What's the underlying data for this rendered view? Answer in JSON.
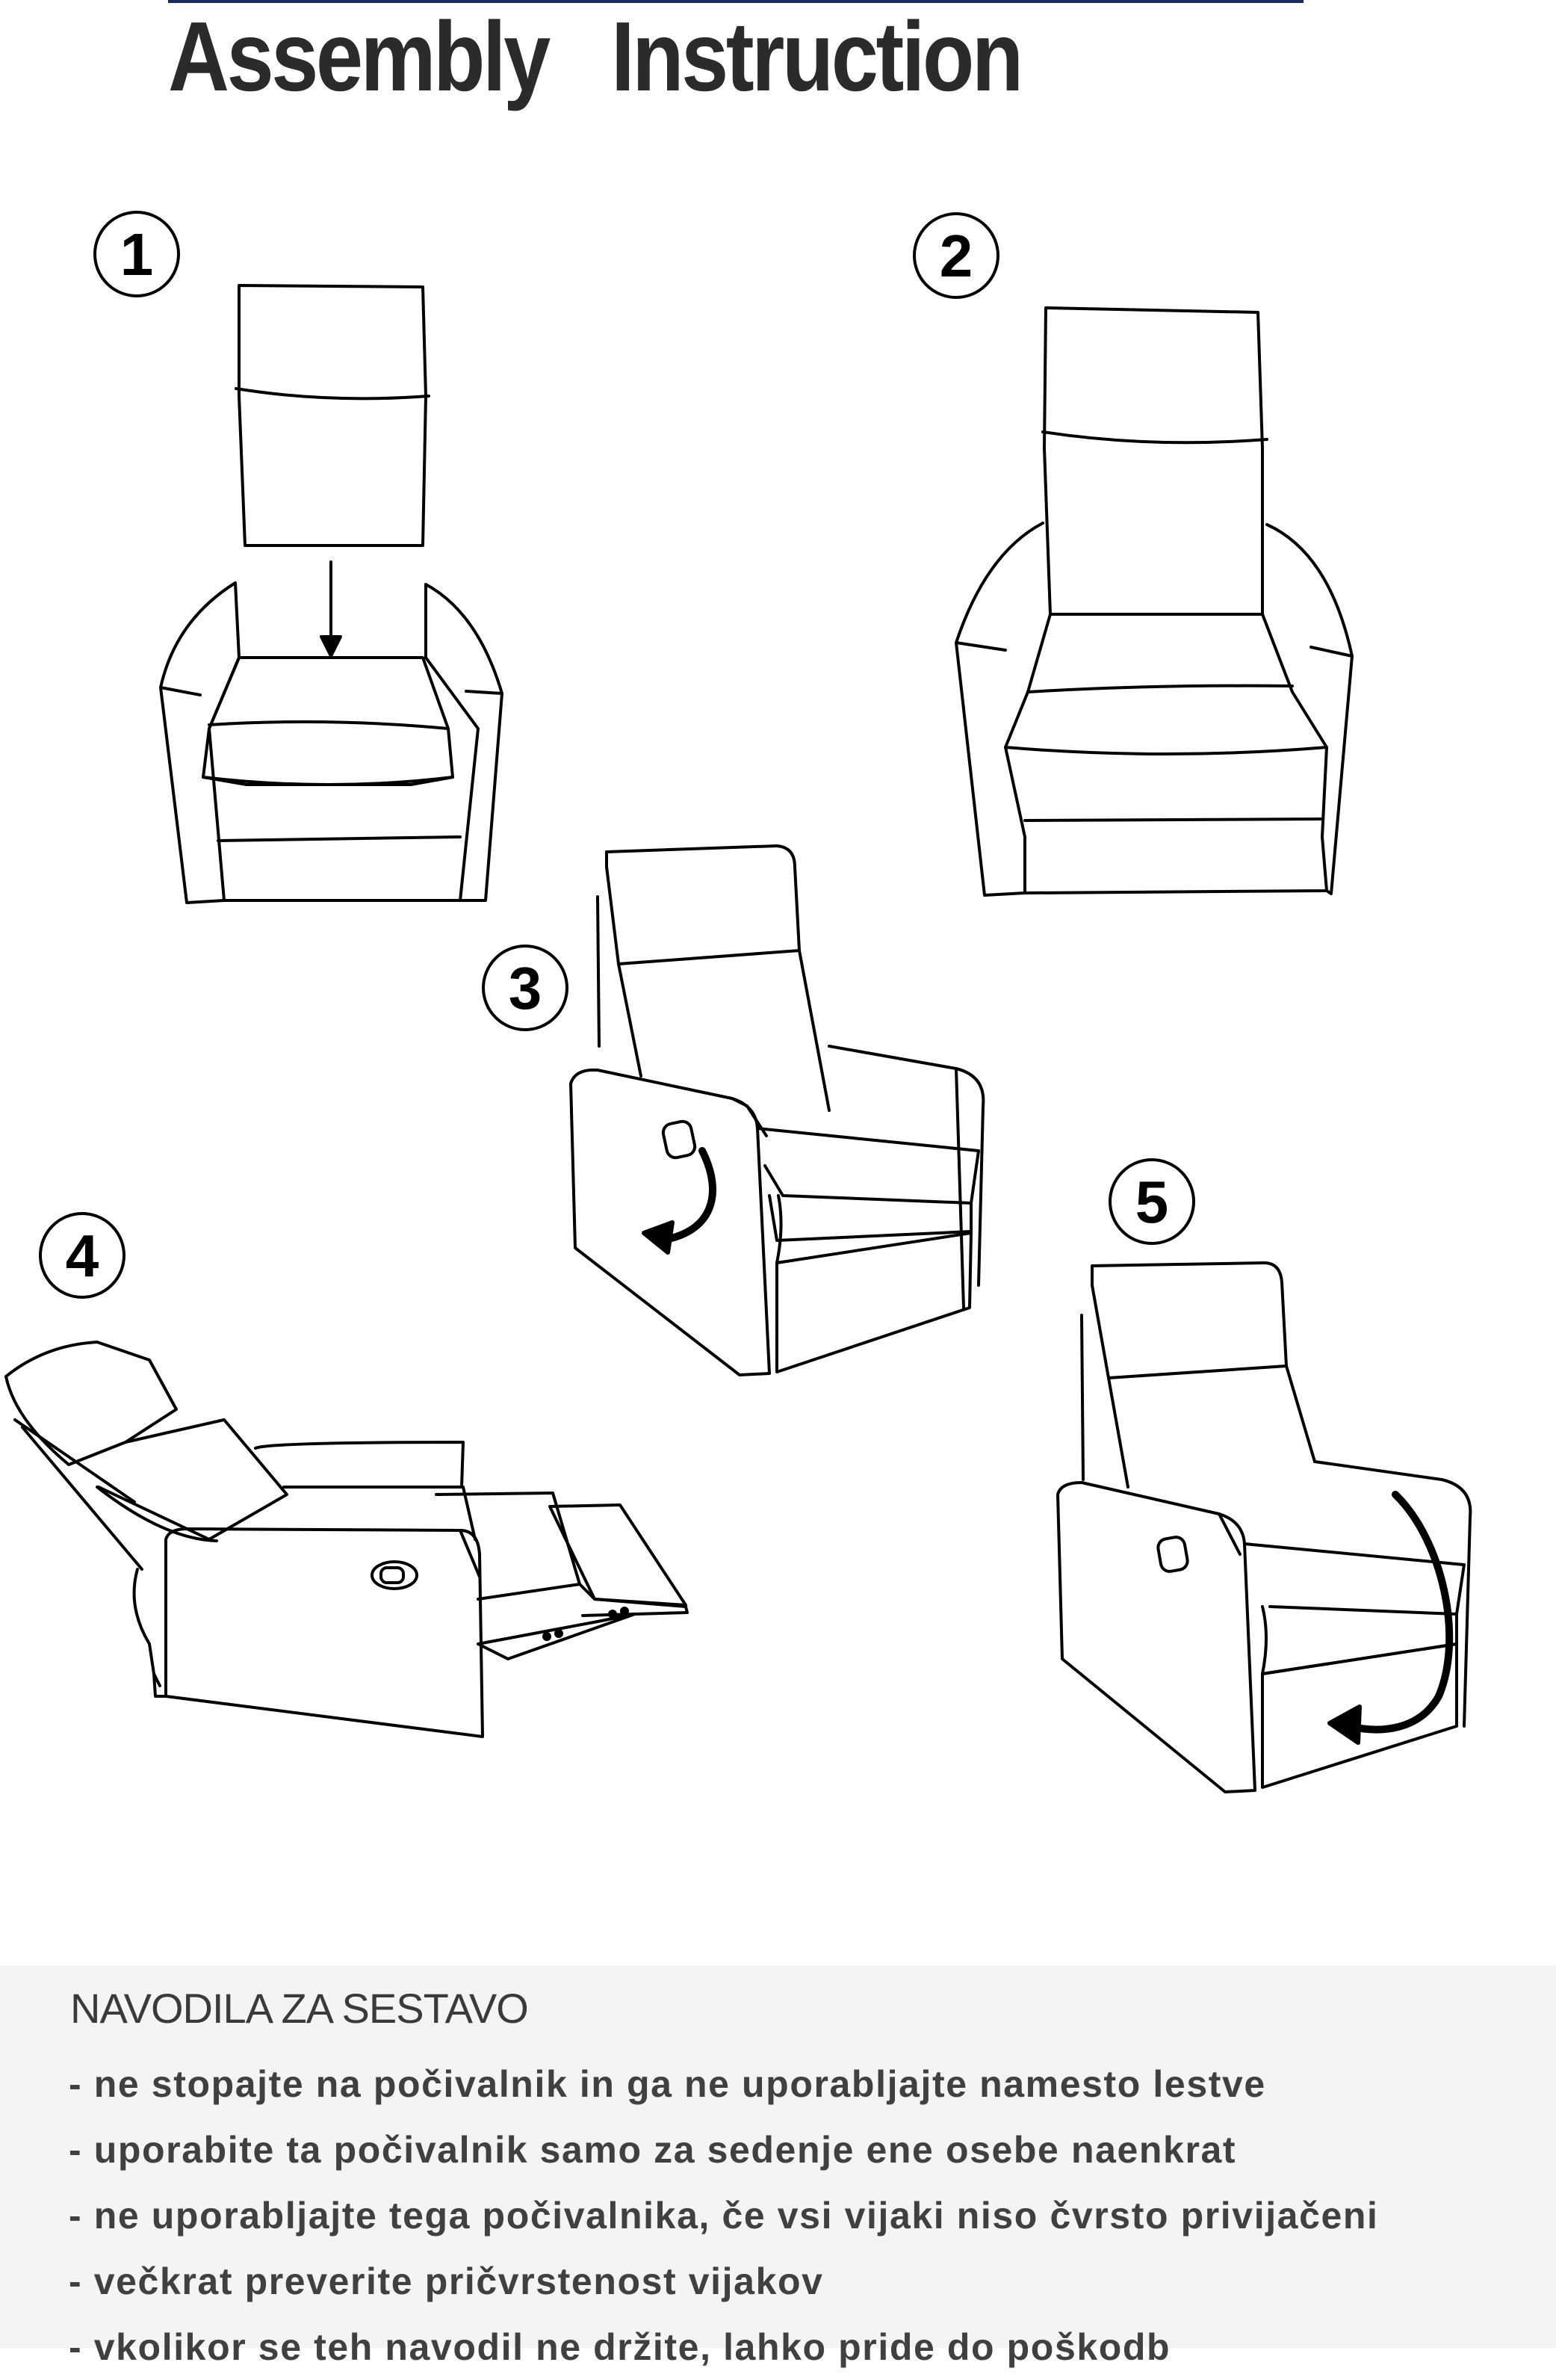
{
  "title": "Assembly   Instruction",
  "steps": [
    {
      "number": "1",
      "icon": "backrest-insert-icon"
    },
    {
      "number": "2",
      "icon": "assembled-chair-icon"
    },
    {
      "number": "3",
      "icon": "recline-lever-pull-icon"
    },
    {
      "number": "4",
      "icon": "reclined-chair-icon"
    },
    {
      "number": "5",
      "icon": "footrest-push-back-icon"
    }
  ],
  "notes": {
    "heading": "NAVODILA ZA SESTAVO",
    "items": [
      "- ne stopajte na počivalnik in ga ne uporabljajte namesto lestve",
      "- uporabite ta počivalnik samo za sedenje ene osebe naenkrat",
      "- ne uporabljajte tega počivalnika, če vsi vijaki niso čvrsto privijačeni",
      "- večkrat preverite pričvrstenost vijakov",
      "- vkolikor se teh navodil ne držite, lahko pride do poškodb"
    ]
  },
  "colors": {
    "line": "#000000",
    "title": "#2b2b2b",
    "notes_bg": "#f4f4f4",
    "notes_text": "#404040"
  }
}
